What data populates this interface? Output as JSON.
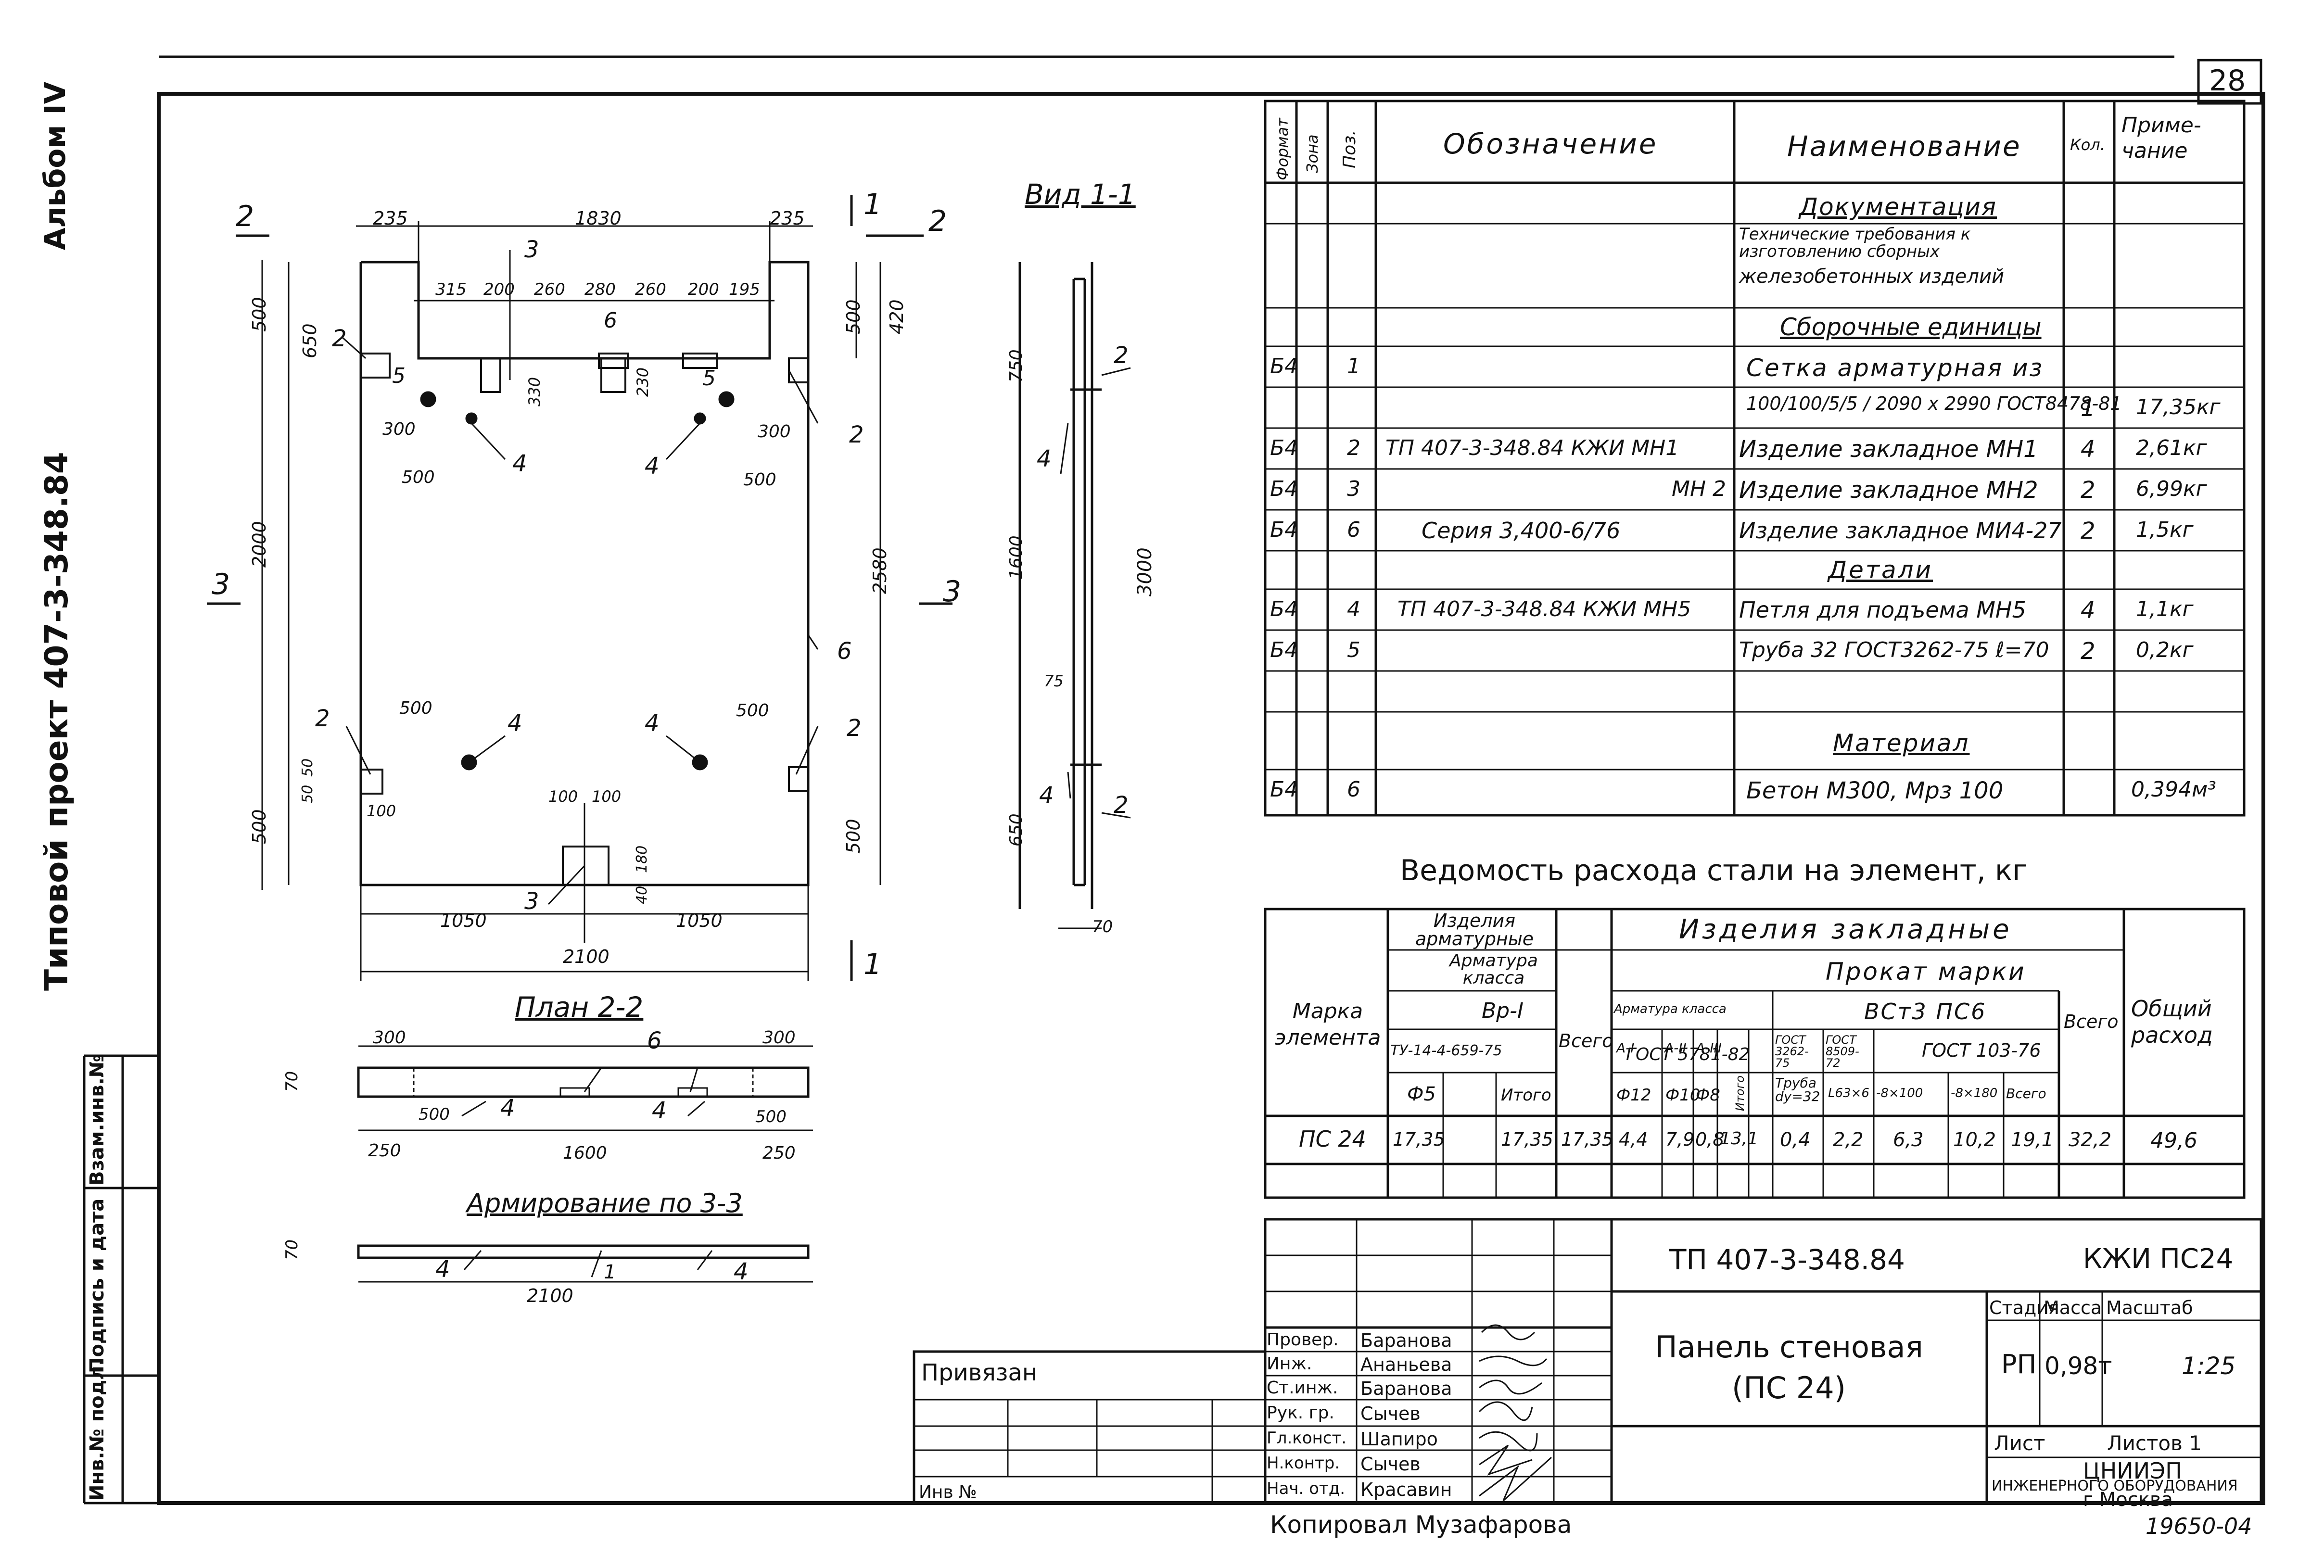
{
  "sheet_number": "28",
  "side": {
    "album": "Альбом IV",
    "project": "Типовой проект 407-3-348.84",
    "stamp_labels": [
      "Инв.№ подл.",
      "Подпись и дата",
      "Взам.инв.№"
    ]
  },
  "views": {
    "front": {
      "section_marks": [
        "2",
        "2",
        "1",
        "1",
        "3",
        "3"
      ],
      "dims_top": [
        "235",
        "1830",
        "235"
      ],
      "dims_opening": [
        "315",
        "200",
        "260",
        "280",
        "260",
        "200",
        "195"
      ],
      "dims_left": [
        "500",
        "650",
        "2000",
        "500",
        "50",
        "50"
      ],
      "dims_right": [
        "500",
        "420",
        "2580",
        "500"
      ],
      "dims_inner": [
        "300",
        "300",
        "500",
        "500",
        "500",
        "500",
        "330",
        "230",
        "100",
        "100",
        "100",
        "180",
        "40"
      ],
      "dims_bottom": [
        "1050",
        "1050",
        "2100"
      ],
      "callouts": [
        "2",
        "3",
        "5",
        "5",
        "4",
        "4",
        "2",
        "6",
        "6",
        "2",
        "4",
        "4",
        "2",
        "3"
      ]
    },
    "side_view": {
      "title": "Вид 1-1",
      "dims": [
        "750",
        "1600",
        "75",
        "650",
        "3000",
        "70"
      ],
      "callouts": [
        "2",
        "4",
        "4",
        "2"
      ]
    },
    "plan": {
      "title": "План 2-2",
      "dims": [
        "300",
        "300",
        "70",
        "500",
        "500",
        "250",
        "1600",
        "250"
      ],
      "callouts": [
        "6",
        "4",
        "4"
      ]
    },
    "reinforcement": {
      "title": "Армирование по 3-3",
      "dims": [
        "70",
        "2100"
      ],
      "callouts": [
        "4",
        "1",
        "4"
      ]
    }
  },
  "spec_table": {
    "headers": {
      "format": "Формат",
      "zone": "Зона",
      "pos": "Поз.",
      "designation": "Обозначение",
      "name": "Наименование",
      "qty": "Кол.",
      "note": "Приме-чание"
    },
    "rows": [
      {
        "format": "",
        "pos": "",
        "designation": "",
        "name": "Документация",
        "qty": "",
        "note": "",
        "heading": true
      },
      {
        "format": "",
        "pos": "",
        "designation": "",
        "name": "Технические требования к изготовлению сборных",
        "qty": "",
        "note": ""
      },
      {
        "format": "",
        "pos": "",
        "designation": "",
        "name": "железобетонных изделий",
        "qty": "",
        "note": ""
      },
      {
        "format": "",
        "pos": "",
        "designation": "",
        "name": "Сборочные единицы",
        "qty": "",
        "note": "",
        "heading": true
      },
      {
        "format": "Б4",
        "pos": "1",
        "designation": "",
        "name": "Сетка арматурная из",
        "qty": "",
        "note": ""
      },
      {
        "format": "",
        "pos": "",
        "designation": "",
        "name": "100/100/5/5 / 2090 x 2990 ГОСТ8478-81",
        "qty": "1",
        "note": "17,35кг"
      },
      {
        "format": "Б4",
        "pos": "2",
        "designation": "ТП 407-3-348.84  КЖИ МН1",
        "name": "Изделие закладное МН1",
        "qty": "4",
        "note": "2,61кг"
      },
      {
        "format": "Б4",
        "pos": "3",
        "designation": "МН 2",
        "name": "Изделие закладное МН2",
        "qty": "2",
        "note": "6,99кг"
      },
      {
        "format": "Б4",
        "pos": "6",
        "designation": "Серия 3,400-6/76",
        "name": "Изделие закладное МИ4-27",
        "qty": "2",
        "note": "1,5кг"
      },
      {
        "format": "",
        "pos": "",
        "designation": "",
        "name": "Детали",
        "qty": "",
        "note": "",
        "heading": true
      },
      {
        "format": "Б4",
        "pos": "4",
        "designation": "ТП 407-3-348.84 КЖИ МН5",
        "name": "Петля для подъема МН5",
        "qty": "4",
        "note": "1,1кг"
      },
      {
        "format": "Б4",
        "pos": "5",
        "designation": "",
        "name": "Труба 32 ГОСТ3262-75 ℓ=70",
        "qty": "2",
        "note": "0,2кг"
      },
      {
        "format": "",
        "pos": "",
        "designation": "",
        "name": "",
        "qty": "",
        "note": ""
      },
      {
        "format": "",
        "pos": "",
        "designation": "",
        "name": "Материал",
        "qty": "",
        "note": "",
        "heading": true
      },
      {
        "format": "Б4",
        "pos": "6",
        "designation": "",
        "name": "Бетон М300, Мрз 100",
        "qty": "",
        "note": "0,394м³"
      }
    ]
  },
  "steel": {
    "title": "Ведомость расхода стали на элемент, кг",
    "h_reinf": "Изделия арматурные",
    "h_reinf_class": "Арматура класса",
    "h_vr": "Вр-I",
    "h_tu": "ТУ-14-4-659-75",
    "h_f5": "Ф5",
    "h_total_small": "Итого",
    "h_vsego": "Всего",
    "h_embedded": "Изделия закладные",
    "h_arm_class": "Арматура класса",
    "h_a1": "A-I",
    "h_a2": "A-II",
    "h_a3": "A-III",
    "h_gost5781": "ГОСТ 5781-82",
    "h_f12": "Ф12",
    "h_f10": "Ф10",
    "h_f8": "Ф8",
    "h_itogo": "Итого",
    "h_rolled": "Прокат марки",
    "h_steel": "ВСт3 ПС6",
    "h_g3262": "ГОСТ 3262-75",
    "h_g8509": "ГОСТ 8509-72",
    "h_g103": "ГОСТ 103-76",
    "h_pipe": "Труба dy=32",
    "h_l63": "L63×6",
    "h_s100": "-8×100",
    "h_s180": "-8×180",
    "h_vsego2": "Всего",
    "h_marka": "Марка элемента",
    "h_total": "Общий расход",
    "row": [
      "ПС 24",
      "17,35",
      "",
      "17,35",
      "17,35",
      "4,4",
      "7,9",
      "0,8",
      "13,1",
      "0,4",
      "2,2",
      "6,3",
      "10,2",
      "19,1",
      "32,2",
      "49,6"
    ]
  },
  "title_block": {
    "code": "ТП 407-3-348.84",
    "doc": "КЖИ ПС24",
    "name_line1": "Панель стеновая",
    "name_line2": "(ПС 24)",
    "stage_label": "Стадия",
    "mass_label": "Масса",
    "scale_label": "Масштаб",
    "stage": "РП",
    "mass": "0,98т",
    "scale": "1:25",
    "sheet_label": "Лист",
    "sheets_label": "Листов 1",
    "org1": "ЦНИИЭП",
    "org2": "ИНЖЕНЕРНОГО ОБОРУДОВАНИЯ",
    "org3": "г Москва",
    "roles": [
      "Провер.",
      "Инж.",
      "Ст.инж.",
      "Рук. гр.",
      "Гл.конст.",
      "Н.контр.",
      "Нач. отд."
    ],
    "names": [
      "Баранова",
      "Ананьева",
      "Баранова",
      "Сычев",
      "Шапиро",
      "Сычев",
      "Красавин"
    ],
    "linked": "Привязан",
    "inv": "Инв №"
  },
  "footer": {
    "copied": "Копировал Музафарова",
    "number": "19650-04"
  }
}
